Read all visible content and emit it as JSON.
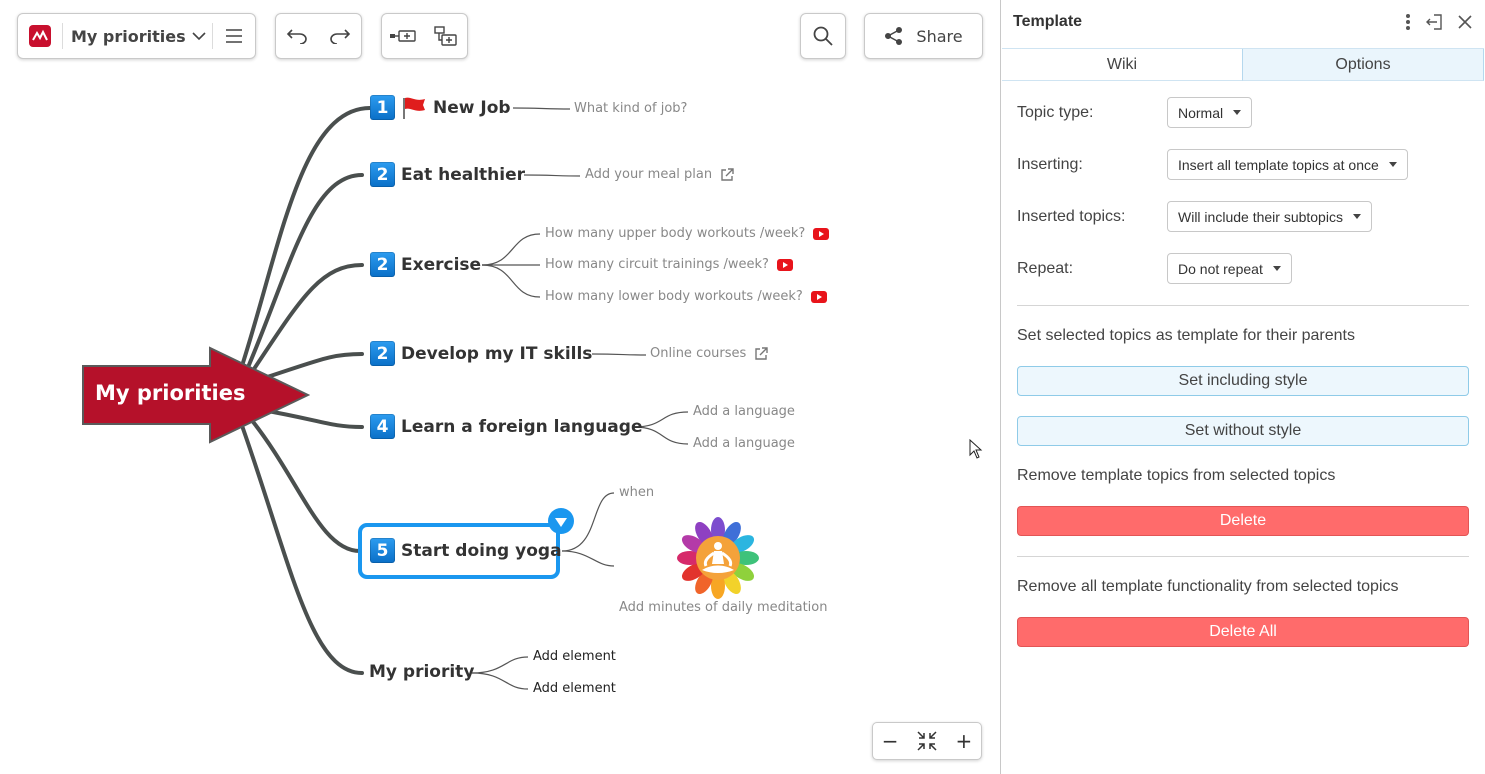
{
  "toolbar": {
    "doc_title": "My priorities",
    "share_label": "Share"
  },
  "mindmap": {
    "central": "My priorities",
    "topics": [
      {
        "number": "1",
        "label": "New Job",
        "note": "What kind of job?"
      },
      {
        "number": "2",
        "label": "Eat healthier",
        "note": "Add your meal plan"
      },
      {
        "number": "2",
        "label": "Exercise",
        "subs": [
          "How many upper body workouts /week?",
          "How many circuit trainings /week?",
          "How many lower body workouts /week?"
        ]
      },
      {
        "number": "2",
        "label": "Develop my IT skills",
        "note": "Online courses"
      },
      {
        "number": "4",
        "label": "Learn a foreign language",
        "subs": [
          "Add a language",
          "Add a language"
        ]
      },
      {
        "number": "5",
        "label": "Start doing yoga",
        "subs": [
          "when",
          "Add minutes of daily meditation"
        ]
      },
      {
        "label": "My priority",
        "subs": [
          "Add element",
          "Add element"
        ]
      }
    ]
  },
  "zoom": {
    "minus": "−",
    "plus": "+"
  },
  "panel": {
    "title": "Template",
    "tabs": [
      "Wiki",
      "Options"
    ],
    "active_tab": "Options",
    "options": [
      {
        "label": "Topic type:",
        "value": "Normal"
      },
      {
        "label": "Inserting:",
        "value": "Insert all template topics at once"
      },
      {
        "label": "Inserted topics:",
        "value": "Will include their subtopics"
      },
      {
        "label": "Repeat:",
        "value": "Do not repeat"
      }
    ],
    "set_heading": "Set selected topics as template for their parents",
    "set_including": "Set including style",
    "set_without": "Set without style",
    "remove_heading": "Remove template topics from selected topics",
    "delete_label": "Delete",
    "remove_all_heading": "Remove all template functionality from selected topics",
    "delete_all_label": "Delete All"
  },
  "colors": {
    "accent": "#1a97ef",
    "central": "#b5112a",
    "danger": "#ff6b6b",
    "youtube": "#e8141b"
  }
}
